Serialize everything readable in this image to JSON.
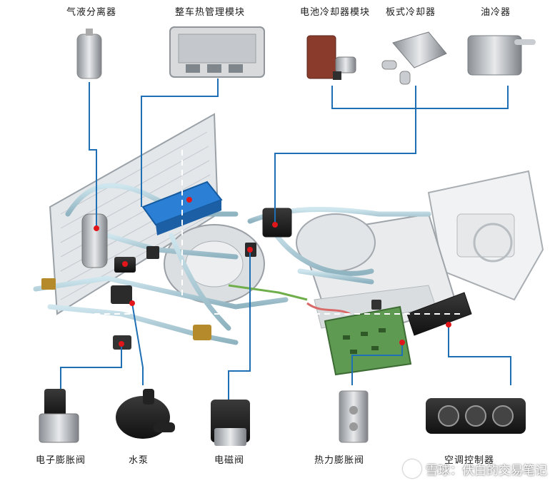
{
  "components": {
    "accumulator": "气液分离器",
    "thermal_module": "整车热管理模块",
    "battery_chiller": "电池冷却器模块",
    "plate_cooler": "板式冷却器",
    "oil_cooler": "油冷器",
    "electronic_expansion_valve": "电子膨胀阀",
    "water_pump": "水泵",
    "solenoid_valve": "电磁阀",
    "thermal_expansion_valve": "热力膨胀阀",
    "ac_controller": "空调控制器"
  },
  "watermark": "雪球：伏白的交易笔记",
  "colors": {
    "leader_line": "#1f6fb5",
    "marker": "#e0161b",
    "module_blue": "#2b7fd4"
  }
}
